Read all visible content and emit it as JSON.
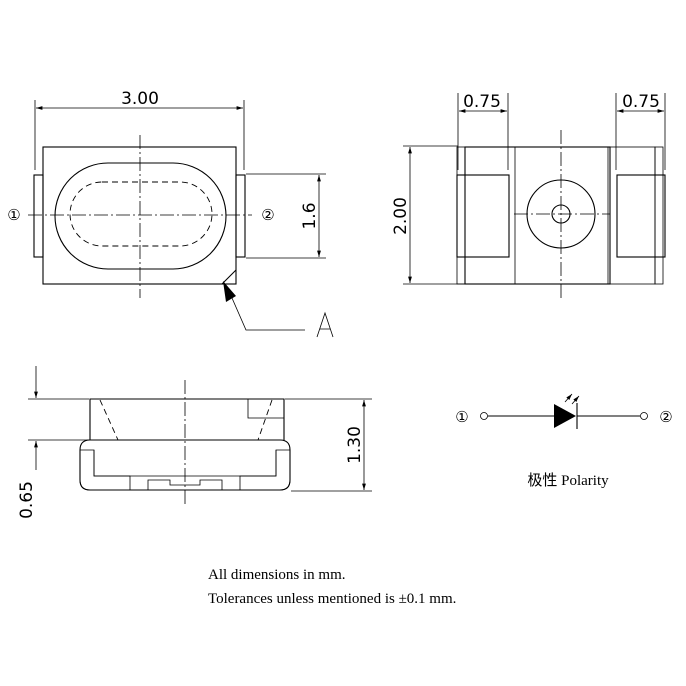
{
  "top_view": {
    "width_dim": "3.00",
    "height_dim": "1.6",
    "pin1_label": "①",
    "pin2_label": "②",
    "cathode_marker": "A"
  },
  "end_view": {
    "pad_width_left": "0.75",
    "pad_width_right": "0.75",
    "height_dim": "2.00"
  },
  "side_view": {
    "total_height": "1.30",
    "base_height": "0.65"
  },
  "polarity": {
    "pin1_label": "①",
    "pin2_label": "②",
    "caption": "极性  Polarity"
  },
  "notes": {
    "line1": "All dimensions in mm.",
    "line2": "Tolerances unless mentioned is  ±0.1 mm."
  }
}
